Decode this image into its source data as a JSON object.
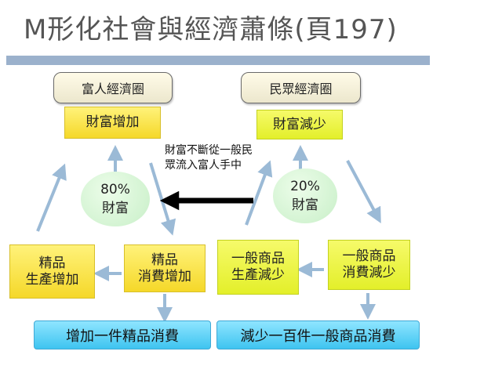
{
  "title": "M形化社會與經濟蕭條(頁197)",
  "labels": {
    "rich_circle": "富人經濟圈",
    "people_circle": "民眾經濟圈",
    "wealth_increase": "財富增加",
    "wealth_decrease": "財富減少",
    "flow_note": "財富不斷從一般民眾流入富人手中",
    "rich_share": "80%\n財富",
    "people_share": "20%\n財富",
    "luxury_production": "精品\n生產增加",
    "luxury_consumption": "精品\n消費增加",
    "goods_production": "一般商品\n生產減少",
    "goods_consumption": "一般商品\n消費減少",
    "luxury_result": "增加一件精品消費",
    "goods_result": "減少一百件一般商品消費"
  },
  "colors": {
    "flow_arrow": "#000000",
    "cycle_arrow": "#9bbad6",
    "yellow_box": "#f5d829",
    "result_box": "#3ec4f0"
  }
}
